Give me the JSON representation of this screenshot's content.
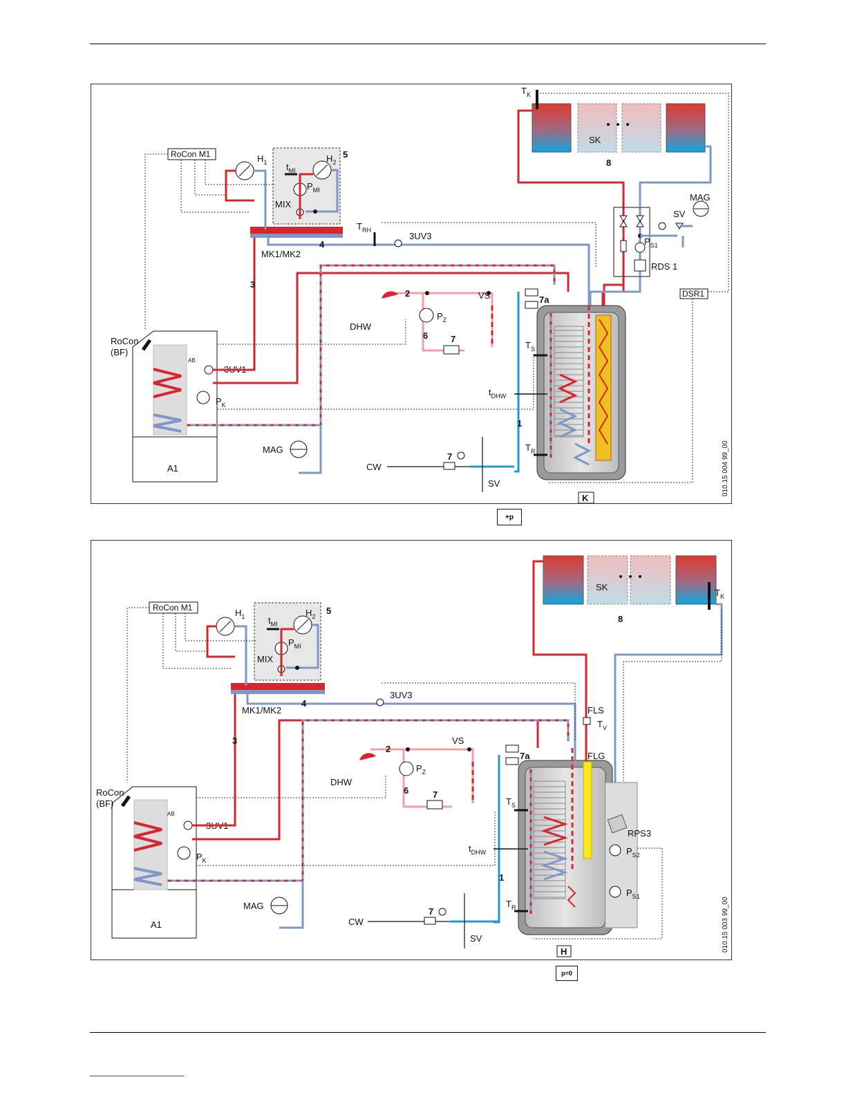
{
  "diagram_top": {
    "code": "010.15 004 99_00",
    "frame_letter": "K",
    "symbol": "+p",
    "labels": {
      "rocon_m1": "RoCon M1",
      "h1": "H",
      "h1_sub": "1",
      "h2": "H",
      "h2_sub": "2",
      "num5": "5",
      "tmi": "t",
      "tmi_sub": "MI",
      "pmi": "P",
      "pmi_sub": "MI",
      "mix": "MIX",
      "mk": "MK1/MK2",
      "num3": "3",
      "num4": "4",
      "trh": "T",
      "trh_sub": "RH",
      "uv3": "3UV3",
      "rocon_bf_1": "RoCon",
      "rocon_bf_2": "(BF)",
      "ab": "AB",
      "uv1": "3UV1",
      "pk": "P",
      "pk_sub": "K",
      "a1": "A1",
      "mag_left": "MAG",
      "dhw": "DHW",
      "num2": "2",
      "vs": "VS",
      "pz": "P",
      "pz_sub": "Z",
      "num6": "6",
      "num7": "7",
      "num7a": "7a",
      "ts": "T",
      "ts_sub": "S",
      "tdhw": "t",
      "tdhw_sub": "DHW",
      "num1": "1",
      "tr": "T",
      "tr_sub": "R",
      "cw": "CW",
      "num7b": "7",
      "sv_bottom": "SV",
      "tk": "T",
      "tk_sub": "K",
      "sk": "SK",
      "num8": "8",
      "mag_right": "MAG",
      "sv_right": "SV",
      "ps1": "P",
      "ps1_sub": "S1",
      "rds1": "RDS 1",
      "dsr1": "DSR1"
    }
  },
  "diagram_bottom": {
    "code": "010.15 003 99_00",
    "frame_letter": "H",
    "symbol": "p=0",
    "labels": {
      "rocon_m1": "RoCon M1",
      "h1": "H",
      "h1_sub": "1",
      "h2": "H",
      "h2_sub": "2",
      "num5": "5",
      "tmi": "t",
      "tmi_sub": "MI",
      "pmi": "P",
      "pmi_sub": "MI",
      "mix": "MIX",
      "mk": "MK1/MK2",
      "num3": "3",
      "num4": "4",
      "uv3": "3UV3",
      "rocon_bf_1": "RoCon",
      "rocon_bf_2": "(BF)",
      "ab": "AB",
      "uv1": "3UV1",
      "pk": "P",
      "pk_sub": "K",
      "a1": "A1",
      "mag_left": "MAG",
      "dhw": "DHW",
      "num2": "2",
      "vs": "VS",
      "pz": "P",
      "pz_sub": "Z",
      "num6": "6",
      "num7": "7",
      "num7a": "7a",
      "ts": "T",
      "ts_sub": "S",
      "tdhw": "t",
      "tdhw_sub": "DHW",
      "num1": "1",
      "tr": "T",
      "tr_sub": "R",
      "cw": "CW",
      "num7b": "7",
      "sv_bottom": "SV",
      "tk": "T",
      "tk_sub": "K",
      "sk": "SK",
      "num8": "8",
      "fls": "FLS",
      "tv": "T",
      "tv_sub": "V",
      "flg": "FLG",
      "rps3": "RPS3",
      "ps2": "P",
      "ps2_sub": "S2",
      "ps1": "P",
      "ps1_sub": "S1"
    }
  }
}
